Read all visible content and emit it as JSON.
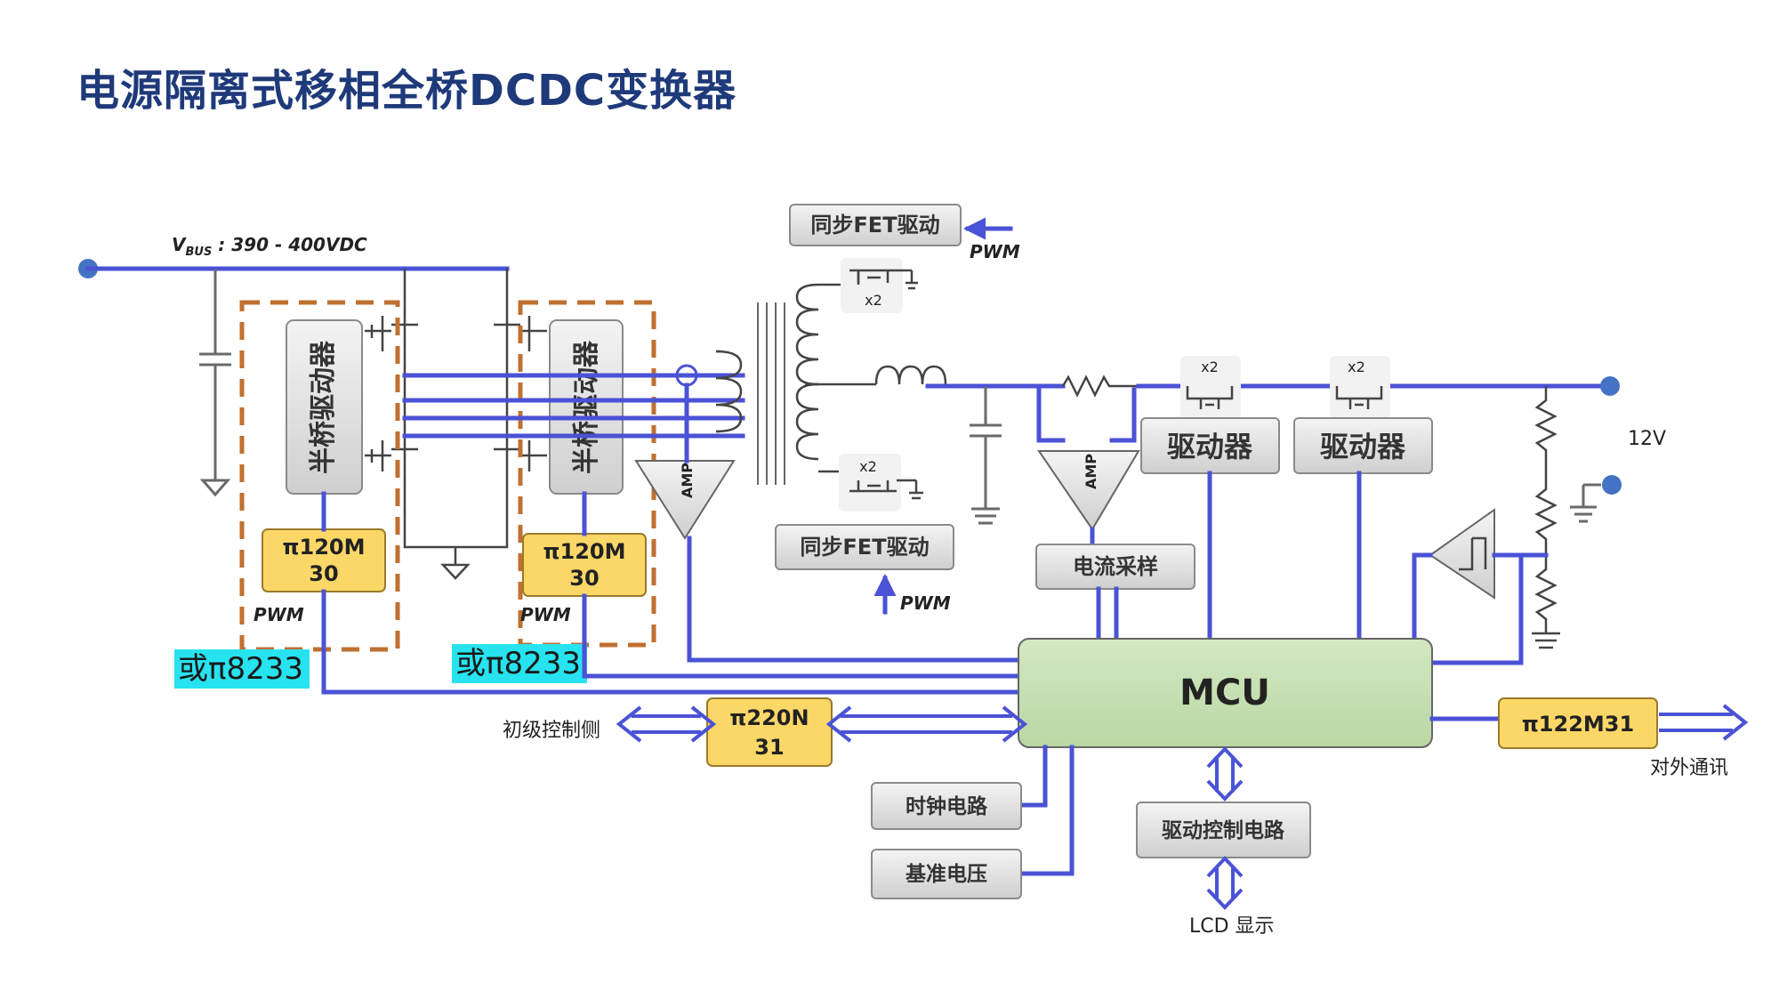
{
  "title": "电源隔离式移相全桥DCDC变换器",
  "vbus_label_v": "V",
  "vbus_label_sub": "BUS",
  "vbus_label_rest": " : 390 - 400VDC",
  "half_bridge_driver_left": "半桥驱动器",
  "half_bridge_driver_right": "半桥驱动器",
  "pi120m_left_line1": "π120M",
  "pi120m_left_line2": "30",
  "pi120m_right_line1": "π120M",
  "pi120m_right_line2": "30",
  "pwm_left": "PWM",
  "pwm_right": "PWM",
  "or_pi8233_left": "或π8233",
  "or_pi8233_right": "或π8233",
  "sync_fet_driver_top": "同步FET驱动",
  "sync_fet_driver_bottom": "同步FET驱动",
  "pwm_sync_top": "PWM",
  "pwm_sync_bottom": "PWM",
  "x2_top": "x2",
  "x2_bottom": "x2",
  "x2_right1": "x2",
  "x2_right2": "x2",
  "amp_left": "AMP",
  "amp_right": "AMP",
  "driver1": "驱动器",
  "driver2": "驱动器",
  "current_sampling": "电流采样",
  "output_voltage": "12V",
  "mcu": "MCU",
  "pi220n_line1": "π220N",
  "pi220n_line2": "31",
  "primary_side_control": "初级控制侧",
  "pi122m31": "π122M31",
  "external_comm": "对外通讯",
  "clock_circuit": "时钟电路",
  "reference_voltage": "基准电压",
  "drive_control_circuit": "驱动控制电路",
  "lcd_display": "LCD 显示",
  "colors": {
    "wire": "#4a52d6",
    "title": "#1f3a7a",
    "isolator_box": "#fbd768",
    "mcu": "#c8e0b6",
    "highlight": "#27e3ef",
    "dashed_border": "#c07030"
  }
}
